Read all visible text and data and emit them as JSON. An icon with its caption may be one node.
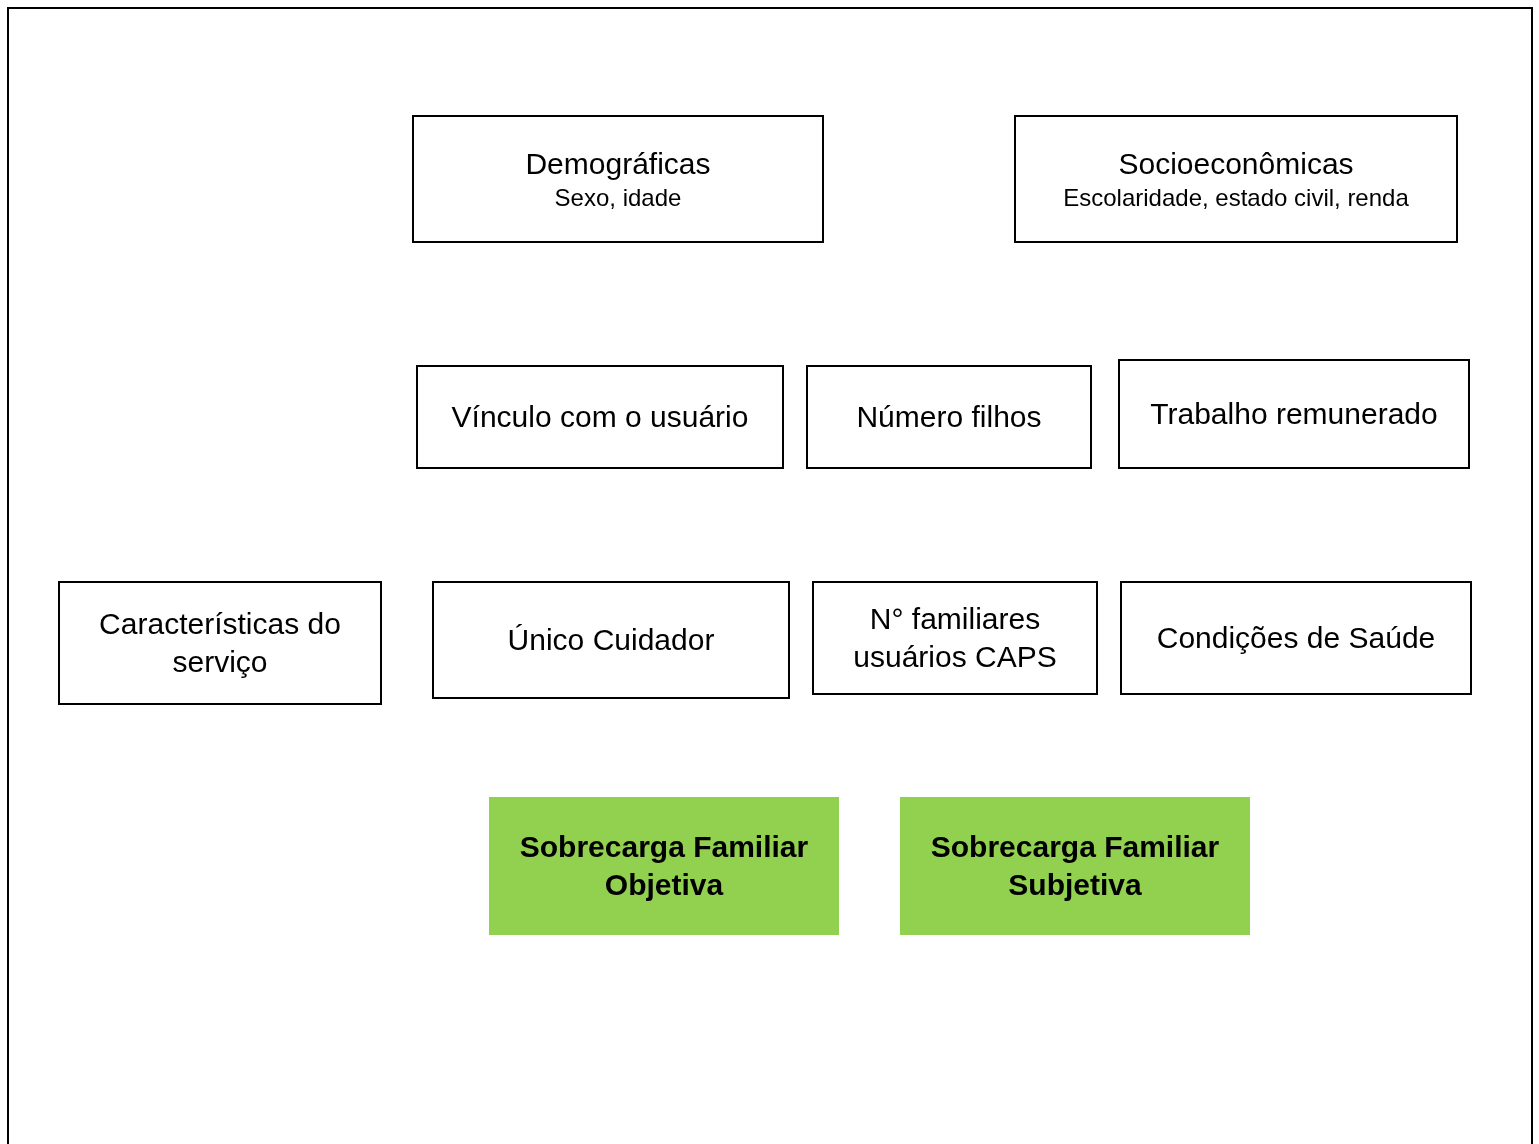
{
  "diagram": {
    "nodes": [
      {
        "text": [
          "Demográficas",
          "Sexo, idade"
        ]
      },
      {
        "text": [
          "Socioeconômicas",
          "Escolaridade, estado civil, renda"
        ]
      },
      {
        "text": [
          "Vínculo com o usuário"
        ]
      },
      {
        "text": [
          "Número filhos"
        ]
      },
      {
        "text": [
          "Trabalho remunerado"
        ]
      },
      {
        "text": [
          "Características do serviço"
        ]
      },
      {
        "text": [
          "Único Cuidador"
        ]
      },
      {
        "text": [
          "N° familiares usuários CAPS"
        ]
      },
      {
        "text": [
          "Condições de Saúde"
        ]
      },
      {
        "text": [
          "Sobrecarga Familiar Objetiva"
        ]
      },
      {
        "text": [
          "Sobrecarga Familiar Subjetiva"
        ]
      }
    ]
  }
}
